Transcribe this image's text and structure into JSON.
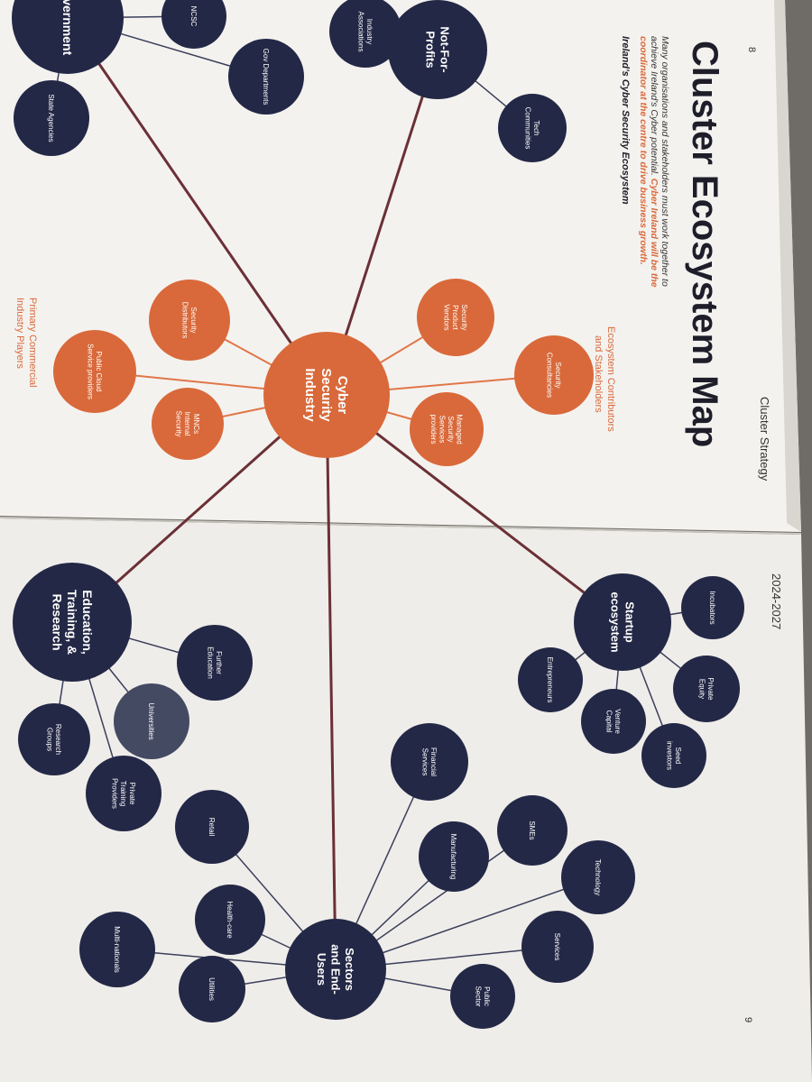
{
  "header": {
    "page_left": "8",
    "page_right": "9",
    "section": "Cluster Strategy",
    "years": "2024-2027",
    "title": "Cluster Ecosystem Map",
    "intro_1": "Many organisations and stakeholders must work together to",
    "intro_2": "achieve Ireland's Cyber potential.",
    "intro_2_highlight": "Cyber Ireland will be the",
    "intro_3": "coordinator at the centre to drive business growth.",
    "subtitle": "Ireland's Cyber Security Ecosystem"
  },
  "legend": {
    "contributors_1": "Ecosystem Contributors",
    "contributors_2": "and Stakeholders",
    "players_1": "Primary Commercial",
    "players_2": "Industry Players"
  },
  "colors": {
    "navy": "#232846",
    "orange": "#d9693a",
    "paper": "#f3f1ee",
    "link": "#7a3838"
  },
  "nodes": {
    "center": "Cyber Security Industry",
    "government": "Government",
    "ncsc": "NCSC",
    "gov_departments": "Gov Departments",
    "state_agencies": "State Agencies",
    "not_for_profits": "Not-For-Profits",
    "industry_associations": "Industry Associations",
    "tech_communities": "Tech Communities",
    "security_product_vendors": "Security Product Vendors",
    "security_consultancies": "Security Consultancies",
    "managed_security": "Managed Security Services providers",
    "mncs_internal": "MNCs Internal Security",
    "public_cloud": "Public Cloud Service providers",
    "security_distributors": "Security Distributors",
    "education": "Education, Training, & Research",
    "further_education": "Further Education",
    "universities": "Universities",
    "research_groups": "Research Groups",
    "private_training": "Private Training Providers",
    "startup": "Startup ecosystem",
    "incubators": "Incubators",
    "private_equity": "Private Equity",
    "venture_capital": "Venture Capital",
    "seed_investors": "Seed investors",
    "entrepreneurs": "Entrepreneurs",
    "sectors": "Sectors and End-Users",
    "financial_services": "Financial Services",
    "smes": "SMEs",
    "manufacturing": "Manufacturing",
    "technology": "Technology",
    "retail": "Retail",
    "healthcare": "Health-care",
    "services": "Services",
    "multinationals": "Multi-nationals",
    "utilities": "Utilities",
    "public_sector": "Public Sector"
  }
}
